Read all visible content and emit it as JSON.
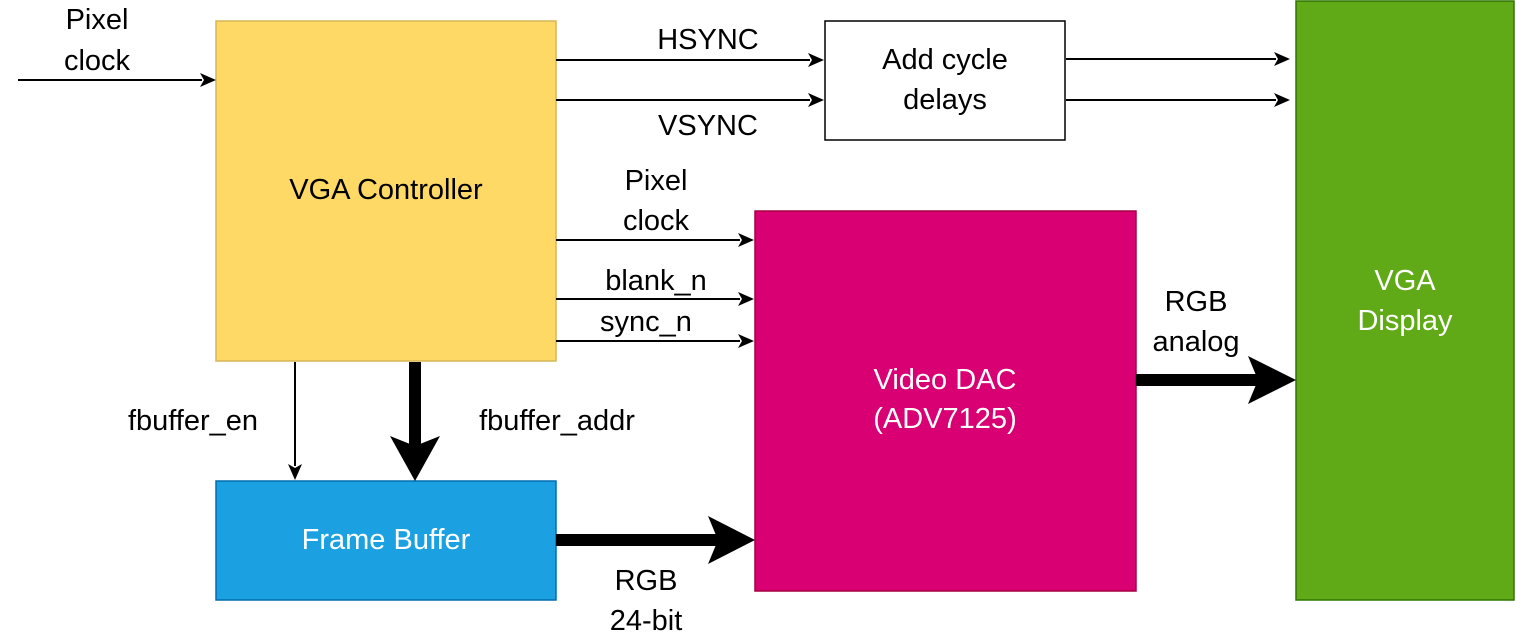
{
  "blocks": {
    "vga_controller": {
      "label": "VGA Controller",
      "fill": "#FFD966",
      "stroke": "#D6B656",
      "text_color": "#000000"
    },
    "add_cycle_delays": {
      "line1": "Add cycle",
      "line2": "delays",
      "fill": "#FFFFFF",
      "stroke": "#000000",
      "text_color": "#000000"
    },
    "frame_buffer": {
      "label": "Frame Buffer",
      "fill": "#1BA1E2",
      "stroke": "#006EAF",
      "text_color": "#FFFFFF"
    },
    "video_dac": {
      "line1": "Video DAC",
      "line2": "(ADV7125)",
      "fill": "#D80073",
      "stroke": "#A50040",
      "text_color": "#FFFFFF"
    },
    "vga_display": {
      "line1": "VGA",
      "line2": "Display",
      "fill": "#60A917",
      "stroke": "#2D7600",
      "text_color": "#FFFFFF"
    }
  },
  "signals": {
    "pixel_clock_in": {
      "line1": "Pixel",
      "line2": "clock"
    },
    "hsync": "HSYNC",
    "vsync": "VSYNC",
    "pixel_clock_out": {
      "line1": "Pixel",
      "line2": "clock"
    },
    "blank_n": "blank_n",
    "sync_n": "sync_n",
    "fbuffer_en": "fbuffer_en",
    "fbuffer_addr": "fbuffer_addr",
    "rgb_24bit": {
      "line1": "RGB",
      "line2": "24-bit"
    },
    "rgb_analog": {
      "line1": "RGB",
      "line2": "analog"
    }
  }
}
